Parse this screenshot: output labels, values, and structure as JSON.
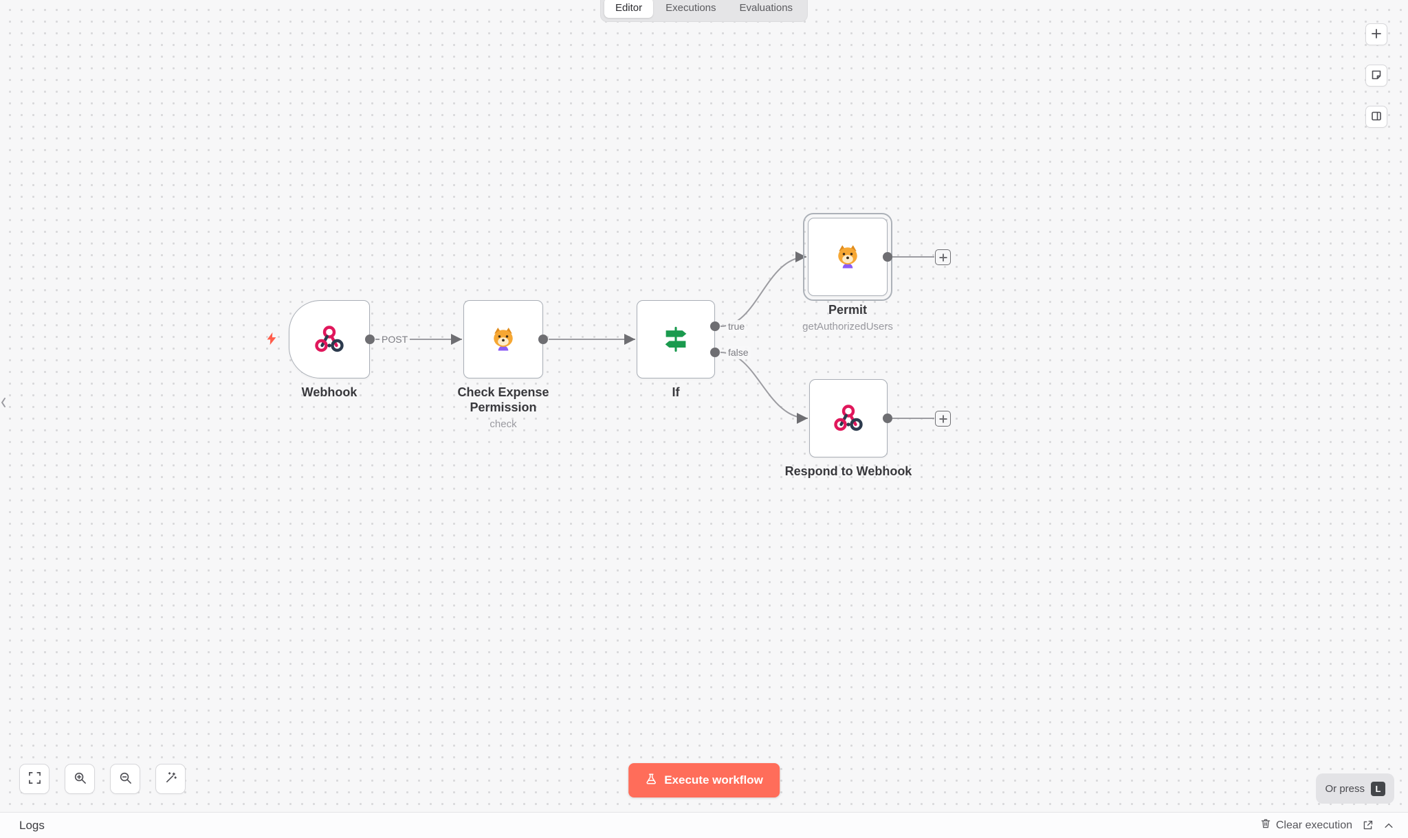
{
  "header": {
    "tabs": [
      {
        "label": "Editor",
        "active": true
      },
      {
        "label": "Executions",
        "active": false
      },
      {
        "label": "Evaluations",
        "active": false
      }
    ]
  },
  "workflow": {
    "nodes": {
      "webhook": {
        "title": "Webhook",
        "type": "trigger"
      },
      "check": {
        "title": "Check Expense Permission",
        "subtitle": "check"
      },
      "if": {
        "title": "If"
      },
      "permit": {
        "title": "Permit",
        "subtitle": "getAuthorizedUsers",
        "selected": true
      },
      "respond": {
        "title": "Respond to Webhook"
      }
    },
    "connection_labels": {
      "post": "POST",
      "if_true": "true",
      "if_false": "false"
    }
  },
  "footer": {
    "execute_label": "Execute workflow",
    "shortcut": {
      "text": "Or press",
      "key": "L"
    },
    "logs_label": "Logs",
    "clear_execution_label": "Clear execution"
  },
  "icons": {
    "webhook": "webhook-icon",
    "check": "dog-icon",
    "if": "signpost-icon",
    "trigger_pin": "lightning-icon",
    "execute": "flask-icon",
    "top_right": [
      "plus-icon",
      "sticky-note-icon",
      "panel-toggle-icon"
    ],
    "bottom_left": [
      "zoom-to-fit-icon",
      "zoom-in-icon",
      "zoom-out-icon",
      "magic-wand-icon"
    ],
    "bottom_bar": [
      "trash-icon",
      "pop-out-icon",
      "chevron-up-icon"
    ]
  },
  "colors": {
    "accent": "#ff6d5a",
    "webhook_pink": "#e0175b",
    "webhook_navy": "#2c3a4d",
    "if_green": "#1a9a4e",
    "connector_gray": "#6e6e72",
    "canvas_bg": "#f7f7f8"
  }
}
